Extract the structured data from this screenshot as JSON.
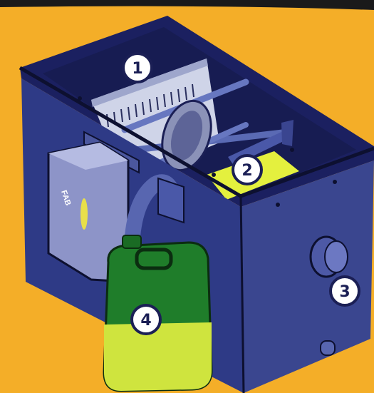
{
  "colors": {
    "background": "#f4ae28",
    "tank_dark": "#23286a",
    "tank_mid": "#2e3a86",
    "tank_light": "#3d4a9c",
    "rod": "#6777c0",
    "liquid_yellow": "#e4f03e",
    "canister_green": "#1f7d2a",
    "outline": "#0d1030",
    "badge_fill": "#ffffff",
    "badge_stroke": "#1b1f55"
  },
  "box_label": "FAB",
  "markers": [
    {
      "id": "marker-1",
      "label": "1"
    },
    {
      "id": "marker-2",
      "label": "2"
    },
    {
      "id": "marker-3",
      "label": "3"
    },
    {
      "id": "marker-4",
      "label": "4"
    }
  ]
}
